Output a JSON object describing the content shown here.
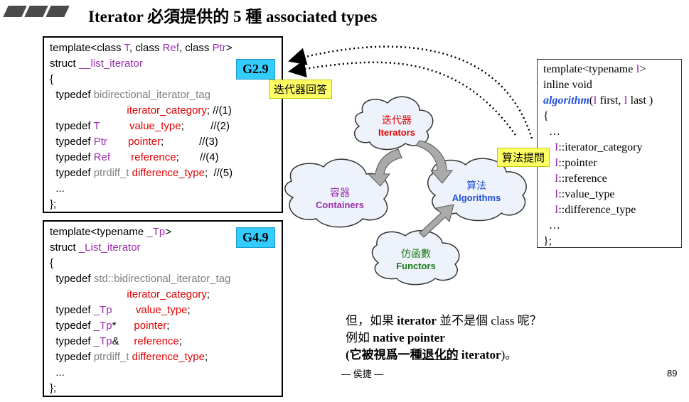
{
  "slide": {
    "title": "Iterator 必須提供的 5 種 associated types",
    "page_number": "89",
    "author": "— 侯捷 —"
  },
  "box_g29": {
    "label": "G2.9",
    "lines": [
      [
        {
          "t": "template<class ",
          "c": ""
        },
        {
          "t": "T",
          "c": "p"
        },
        {
          "t": ", class ",
          "c": ""
        },
        {
          "t": "Ref",
          "c": "p"
        },
        {
          "t": ", class ",
          "c": ""
        },
        {
          "t": "Ptr",
          "c": "p"
        },
        {
          "t": ">",
          "c": ""
        }
      ],
      [
        {
          "t": "struct ",
          "c": ""
        },
        {
          "t": "__list_iterator",
          "c": "p"
        }
      ],
      [
        {
          "t": "{",
          "c": ""
        }
      ],
      [
        {
          "t": "  typedef ",
          "c": ""
        },
        {
          "t": "bidirectional_iterator_tag",
          "c": "g"
        }
      ],
      [
        {
          "t": "                          ",
          "c": ""
        },
        {
          "t": "iterator_category",
          "c": "r"
        },
        {
          "t": "; //(1)",
          "c": ""
        }
      ],
      [
        {
          "t": "  typedef ",
          "c": ""
        },
        {
          "t": "T",
          "c": "p"
        },
        {
          "t": "          ",
          "c": ""
        },
        {
          "t": "value_type",
          "c": "r"
        },
        {
          "t": ";         //(2)",
          "c": ""
        }
      ],
      [
        {
          "t": "  typedef ",
          "c": ""
        },
        {
          "t": "Ptr",
          "c": "p"
        },
        {
          "t": "       ",
          "c": ""
        },
        {
          "t": "pointer",
          "c": "r"
        },
        {
          "t": ";            //(3)",
          "c": ""
        }
      ],
      [
        {
          "t": "  typedef ",
          "c": ""
        },
        {
          "t": "Ref",
          "c": "p"
        },
        {
          "t": "       ",
          "c": ""
        },
        {
          "t": "reference",
          "c": "r"
        },
        {
          "t": ";       //(4)",
          "c": ""
        }
      ],
      [
        {
          "t": "  typedef ",
          "c": ""
        },
        {
          "t": "ptrdiff_t",
          "c": "g"
        },
        {
          "t": " ",
          "c": ""
        },
        {
          "t": "difference_type",
          "c": "r"
        },
        {
          "t": ";  //(5)",
          "c": ""
        }
      ],
      [
        {
          "t": "  ...",
          "c": ""
        }
      ],
      [
        {
          "t": "};",
          "c": ""
        }
      ]
    ]
  },
  "box_g49": {
    "label": "G4.9",
    "lines": [
      [
        {
          "t": "template<typename ",
          "c": ""
        },
        {
          "t": "_Tp",
          "c": "p"
        },
        {
          "t": ">",
          "c": ""
        }
      ],
      [
        {
          "t": "struct ",
          "c": ""
        },
        {
          "t": "_List_iterator",
          "c": "p"
        }
      ],
      [
        {
          "t": "{",
          "c": ""
        }
      ],
      [
        {
          "t": "  typedef ",
          "c": ""
        },
        {
          "t": "std::bidirectional_iterator_tag",
          "c": "g"
        }
      ],
      [
        {
          "t": "                          ",
          "c": ""
        },
        {
          "t": "iterator_category",
          "c": "r"
        },
        {
          "t": ";",
          "c": ""
        }
      ],
      [
        {
          "t": "  typedef ",
          "c": ""
        },
        {
          "t": "_Tp",
          "c": "p"
        },
        {
          "t": "        ",
          "c": ""
        },
        {
          "t": "value_type",
          "c": "r"
        },
        {
          "t": ";",
          "c": ""
        }
      ],
      [
        {
          "t": "  typedef ",
          "c": ""
        },
        {
          "t": "_Tp",
          "c": "p"
        },
        {
          "t": "*      ",
          "c": ""
        },
        {
          "t": "pointer",
          "c": "r"
        },
        {
          "t": ";",
          "c": ""
        }
      ],
      [
        {
          "t": "  typedef ",
          "c": ""
        },
        {
          "t": "_Tp",
          "c": "p"
        },
        {
          "t": "&     ",
          "c": ""
        },
        {
          "t": "reference",
          "c": "r"
        },
        {
          "t": ";",
          "c": ""
        }
      ],
      [
        {
          "t": "  typedef ",
          "c": ""
        },
        {
          "t": "ptrdiff_t",
          "c": "g"
        },
        {
          "t": " ",
          "c": ""
        },
        {
          "t": "difference_type",
          "c": "r"
        },
        {
          "t": ";",
          "c": ""
        }
      ],
      [
        {
          "t": "  ...",
          "c": ""
        }
      ],
      [
        {
          "t": "};",
          "c": ""
        }
      ]
    ]
  },
  "right_box": {
    "lines": [
      [
        {
          "t": "template<typename ",
          "c": ""
        },
        {
          "t": "I",
          "c": "p"
        },
        {
          "t": ">",
          "c": ""
        }
      ],
      [
        {
          "t": "inline void",
          "c": ""
        }
      ],
      [
        {
          "t": "algorithm",
          "c": "a"
        },
        {
          "t": "(",
          "c": ""
        },
        {
          "t": "I",
          "c": "p"
        },
        {
          "t": " first, ",
          "c": ""
        },
        {
          "t": "I",
          "c": "p"
        },
        {
          "t": " last )",
          "c": ""
        }
      ],
      [
        {
          "t": "{",
          "c": ""
        }
      ],
      [
        {
          "t": "  …",
          "c": ""
        }
      ],
      [
        {
          "t": "    ",
          "c": ""
        },
        {
          "t": "I",
          "c": "p"
        },
        {
          "t": "::iterator_category",
          "c": ""
        }
      ],
      [
        {
          "t": "    ",
          "c": ""
        },
        {
          "t": "I",
          "c": "p"
        },
        {
          "t": "::pointer",
          "c": ""
        }
      ],
      [
        {
          "t": "    ",
          "c": ""
        },
        {
          "t": "I",
          "c": "p"
        },
        {
          "t": "::reference",
          "c": ""
        }
      ],
      [
        {
          "t": "    ",
          "c": ""
        },
        {
          "t": "I",
          "c": "p"
        },
        {
          "t": "::value_type",
          "c": ""
        }
      ],
      [
        {
          "t": "    ",
          "c": ""
        },
        {
          "t": "I",
          "c": "p"
        },
        {
          "t": "::difference_type",
          "c": ""
        }
      ],
      [
        {
          "t": "  …",
          "c": ""
        }
      ],
      [
        {
          "t": "};",
          "c": ""
        }
      ]
    ]
  },
  "callouts": {
    "answer": "迭代器回答",
    "question": "算法提問"
  },
  "clouds": {
    "iterators": {
      "zh": "迭代器",
      "en": "Iterators"
    },
    "containers": {
      "zh": "容器",
      "en": "Containers"
    },
    "algorithms": {
      "zh": "算法",
      "en": "Algorithms"
    },
    "functors": {
      "zh": "仿函數",
      "en": "Functors"
    }
  },
  "bottom_text": {
    "line1_pre": "但，如果 ",
    "line1_bold": "iterator",
    "line1_post": " 並不是個 class 呢？",
    "line2_pre": "例如 ",
    "line2_bold": "native pointer",
    "line3_pre": "(它被視爲一種",
    "line3_underline": "退化的",
    "line3_bold": " iterator",
    "line3_post": ")。"
  },
  "colors": {
    "purple": "#9b2fae",
    "red": "#e00000",
    "gray": "#808080",
    "cyan": "#33ccff",
    "yellow": "#ffff66",
    "iterators_text": "#e00000",
    "containers_text": "#9b2fae",
    "algorithms_text": "#1f4fd8",
    "functors_text": "#1a7a1a"
  }
}
